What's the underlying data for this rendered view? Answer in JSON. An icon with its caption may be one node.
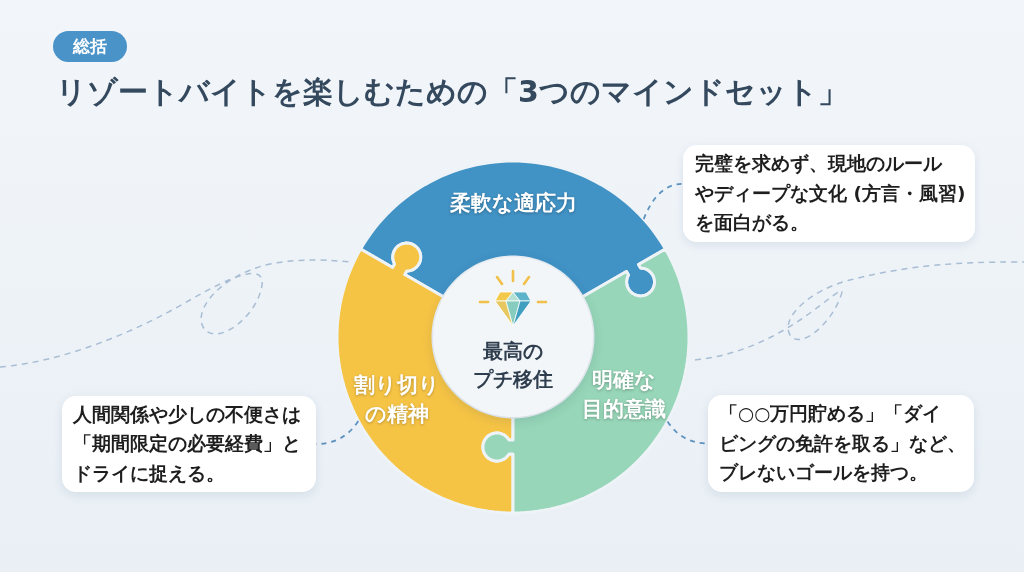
{
  "diagram": {
    "title": "リゾートバイトを楽しむための「3つのマインドセット」",
    "nodes": [
      {
        "text": [
          "柔軟な適応力"
        ]
      },
      {
        "text": [
          "完璧を求めず、現地のルールやディープな文化 (方言・風習)を面白がる。"
        ]
      },
      {
        "text": [
          "最高のプチ移住"
        ]
      },
      {
        "text": [
          "割り切りの精神"
        ]
      },
      {
        "text": [
          "明確な目的意識"
        ]
      },
      {
        "text": [
          "人間関係や少しの不便さは「期間限定の必要経費」とドライに捉える。"
        ]
      },
      {
        "text": [
          "「○○万円貯める」「ダイビングの免許を取る」など、ブレないゴールを持つ。"
        ]
      }
    ],
    "edges": [
      {
        "from": 0,
        "to": 1,
        "arrow": "none",
        "style": "dashed"
      },
      {
        "from": 3,
        "to": 5,
        "arrow": "none",
        "style": "dashed"
      },
      {
        "from": 4,
        "to": 6,
        "arrow": "none",
        "style": "dashed"
      }
    ],
    "labels": [
      "総括"
    ]
  }
}
